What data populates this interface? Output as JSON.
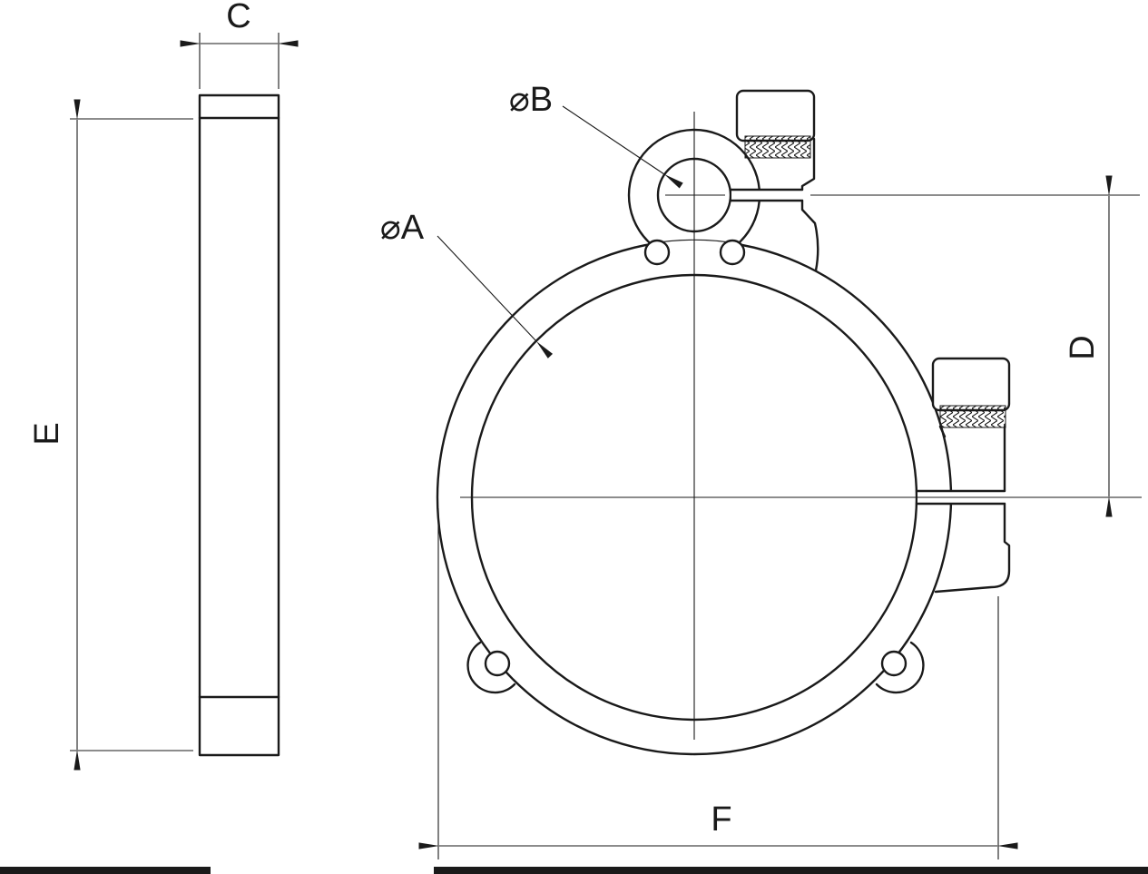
{
  "drawing": {
    "kind": "technical-dimension-drawing",
    "views": {
      "side_view": "side profile of clamp ring",
      "front_view": "front view of split clamp with screw lugs"
    },
    "labels": {
      "c": "C",
      "e": "E",
      "d": "D",
      "f": "F",
      "dia_a": "⌀A",
      "dia_b": "⌀B"
    },
    "colors": {
      "line": "#1a1a1a",
      "background": "#ffffff"
    }
  }
}
